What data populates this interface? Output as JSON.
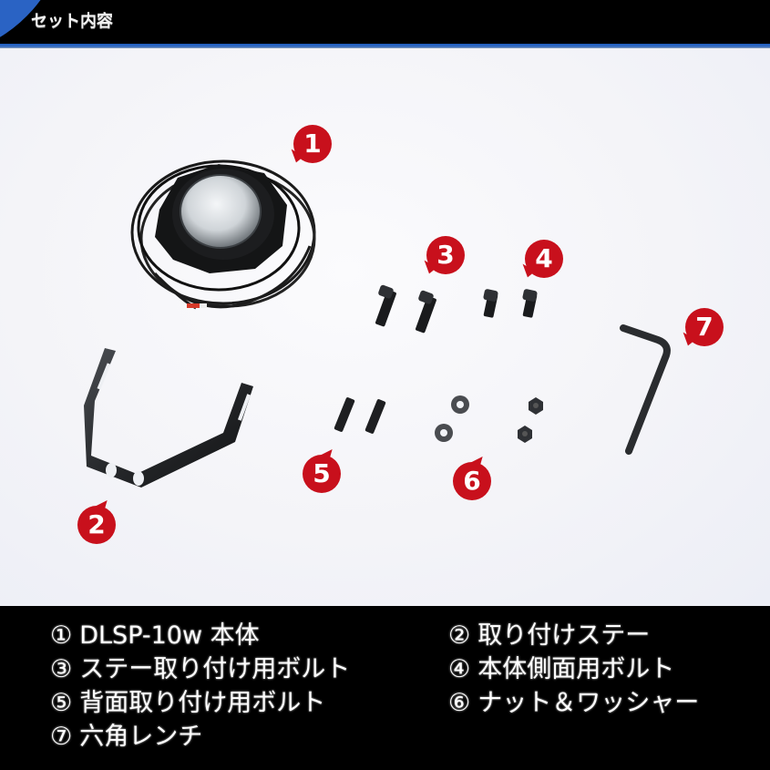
{
  "header": {
    "title": "セット内容",
    "accent_color": "#2a63c4"
  },
  "photo": {
    "markers": [
      {
        "id": 1,
        "label": "1"
      },
      {
        "id": 2,
        "label": "2"
      },
      {
        "id": 3,
        "label": "3"
      },
      {
        "id": 4,
        "label": "4"
      },
      {
        "id": 5,
        "label": "5"
      },
      {
        "id": 6,
        "label": "6"
      },
      {
        "id": 7,
        "label": "7"
      }
    ],
    "marker_color": "#c8101c"
  },
  "legend": {
    "items": [
      {
        "num": "①",
        "text": "DLSP-10w 本体"
      },
      {
        "num": "②",
        "text": "取り付けステー"
      },
      {
        "num": "③",
        "text": "ステー取り付け用ボルト"
      },
      {
        "num": "④",
        "text": "本体側面用ボルト"
      },
      {
        "num": "⑤",
        "text": "背面取り付け用ボルト"
      },
      {
        "num": "⑥",
        "text": "ナット＆ワッシャー"
      },
      {
        "num": "⑦",
        "text": "六角レンチ"
      }
    ]
  }
}
